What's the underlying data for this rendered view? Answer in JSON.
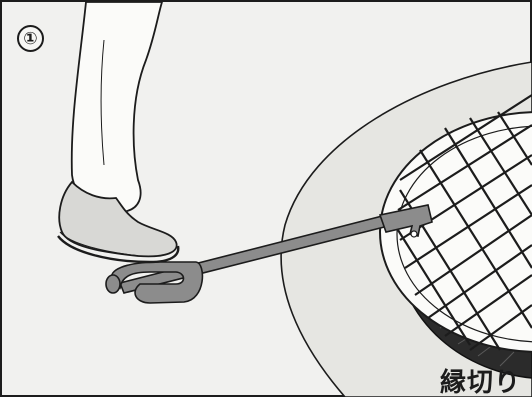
{
  "step": {
    "number_glyph": "①"
  },
  "caption": {
    "text": "縁切り"
  },
  "colors": {
    "background": "#f1f1ef",
    "ground_patch": "#e6e6e2",
    "line": "#1c1c1c",
    "frame_ring": "#2b2b2b",
    "grate": "#fbfbf9",
    "tool": "#8c8c8c"
  },
  "icons": {
    "foot": "foot-in-shoe-illustration",
    "lifter": "manhole-cover-lifter-illustration",
    "cover": "manhole-grate-illustration"
  }
}
